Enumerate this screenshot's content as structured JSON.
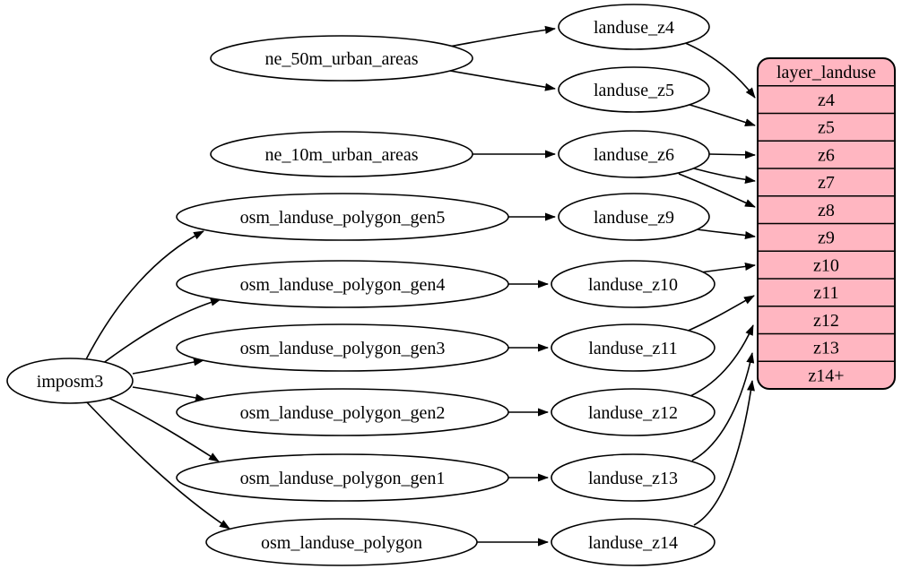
{
  "diagram": {
    "type": "dependency-graph",
    "colors": {
      "background": "#ffffff",
      "node_fill": "#ffffff",
      "edge_stroke": "#000000",
      "table_fill": "#ffb6c1",
      "table_stroke": "#000000"
    },
    "nodes": {
      "imposm3": {
        "label": "imposm3"
      },
      "ne_50m_urban_areas": {
        "label": "ne_50m_urban_areas"
      },
      "ne_10m_urban_areas": {
        "label": "ne_10m_urban_areas"
      },
      "osm_landuse_polygon_gen5": {
        "label": "osm_landuse_polygon_gen5"
      },
      "osm_landuse_polygon_gen4": {
        "label": "osm_landuse_polygon_gen4"
      },
      "osm_landuse_polygon_gen3": {
        "label": "osm_landuse_polygon_gen3"
      },
      "osm_landuse_polygon_gen2": {
        "label": "osm_landuse_polygon_gen2"
      },
      "osm_landuse_polygon_gen1": {
        "label": "osm_landuse_polygon_gen1"
      },
      "osm_landuse_polygon": {
        "label": "osm_landuse_polygon"
      },
      "landuse_z4": {
        "label": "landuse_z4"
      },
      "landuse_z5": {
        "label": "landuse_z5"
      },
      "landuse_z6": {
        "label": "landuse_z6"
      },
      "landuse_z9": {
        "label": "landuse_z9"
      },
      "landuse_z10": {
        "label": "landuse_z10"
      },
      "landuse_z11": {
        "label": "landuse_z11"
      },
      "landuse_z12": {
        "label": "landuse_z12"
      },
      "landuse_z13": {
        "label": "landuse_z13"
      },
      "landuse_z14": {
        "label": "landuse_z14"
      }
    },
    "table": {
      "header": "layer_landuse",
      "rows": [
        "z4",
        "z5",
        "z6",
        "z7",
        "z8",
        "z9",
        "z10",
        "z11",
        "z12",
        "z13",
        "z14+"
      ]
    },
    "edges": [
      {
        "from": "imposm3",
        "to": "osm_landuse_polygon_gen5"
      },
      {
        "from": "imposm3",
        "to": "osm_landuse_polygon_gen4"
      },
      {
        "from": "imposm3",
        "to": "osm_landuse_polygon_gen3"
      },
      {
        "from": "imposm3",
        "to": "osm_landuse_polygon_gen2"
      },
      {
        "from": "imposm3",
        "to": "osm_landuse_polygon_gen1"
      },
      {
        "from": "imposm3",
        "to": "osm_landuse_polygon"
      },
      {
        "from": "ne_50m_urban_areas",
        "to": "landuse_z4"
      },
      {
        "from": "ne_50m_urban_areas",
        "to": "landuse_z5"
      },
      {
        "from": "ne_10m_urban_areas",
        "to": "landuse_z6"
      },
      {
        "from": "osm_landuse_polygon_gen5",
        "to": "landuse_z9"
      },
      {
        "from": "osm_landuse_polygon_gen4",
        "to": "landuse_z10"
      },
      {
        "from": "osm_landuse_polygon_gen3",
        "to": "landuse_z11"
      },
      {
        "from": "osm_landuse_polygon_gen2",
        "to": "landuse_z12"
      },
      {
        "from": "osm_landuse_polygon_gen1",
        "to": "landuse_z13"
      },
      {
        "from": "osm_landuse_polygon",
        "to": "landuse_z14"
      },
      {
        "from": "landuse_z4",
        "to": "layer_landuse:z4"
      },
      {
        "from": "landuse_z5",
        "to": "layer_landuse:z5"
      },
      {
        "from": "landuse_z6",
        "to": "layer_landuse:z6"
      },
      {
        "from": "landuse_z6",
        "to": "layer_landuse:z7"
      },
      {
        "from": "landuse_z6",
        "to": "layer_landuse:z8"
      },
      {
        "from": "landuse_z9",
        "to": "layer_landuse:z9"
      },
      {
        "from": "landuse_z10",
        "to": "layer_landuse:z10"
      },
      {
        "from": "landuse_z11",
        "to": "layer_landuse:z11"
      },
      {
        "from": "landuse_z12",
        "to": "layer_landuse:z12"
      },
      {
        "from": "landuse_z13",
        "to": "layer_landuse:z13"
      },
      {
        "from": "landuse_z14",
        "to": "layer_landuse:z14+"
      }
    ]
  }
}
